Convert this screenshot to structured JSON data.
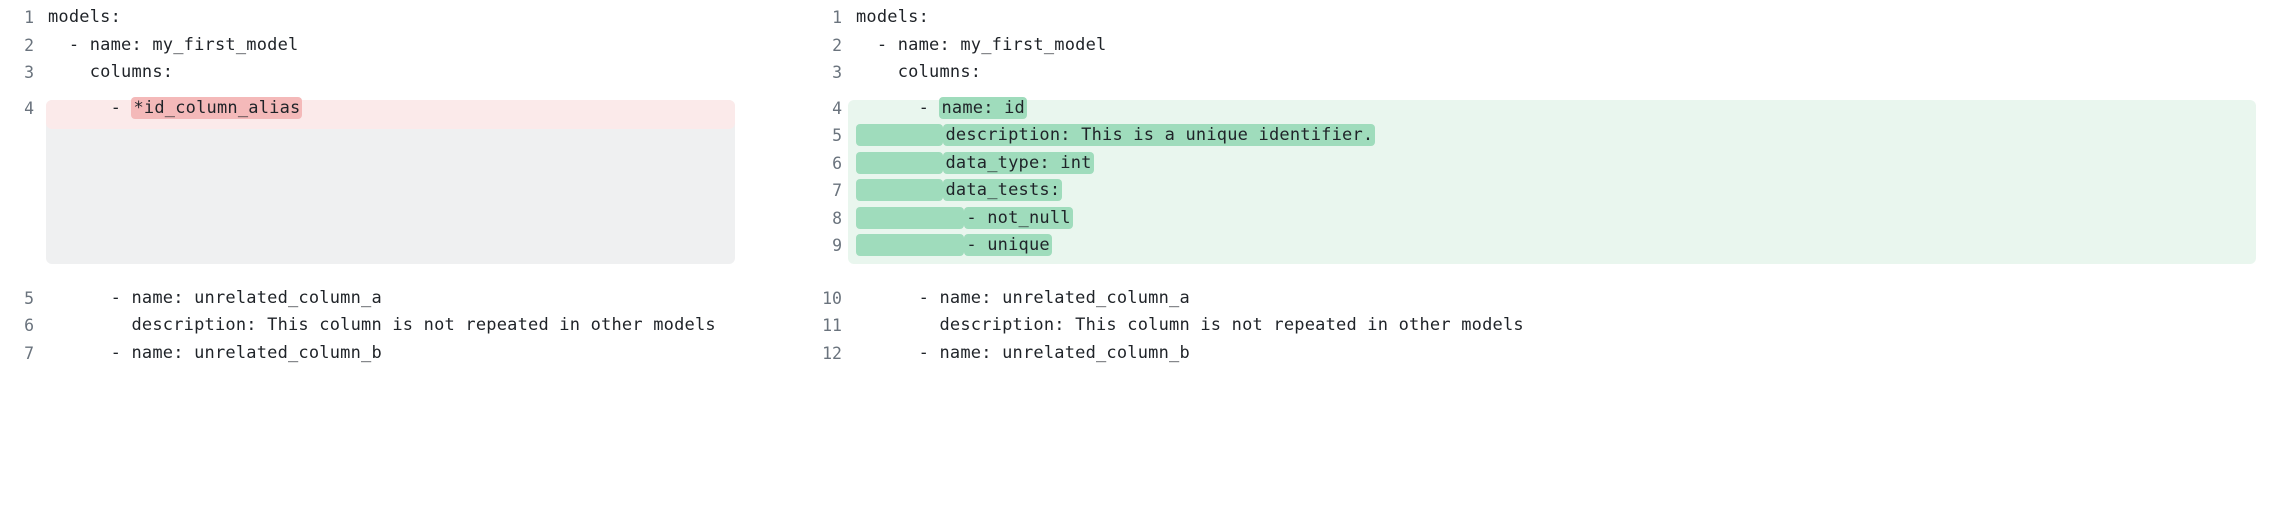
{
  "diff": {
    "type": "yaml-side-by-side-diff",
    "colors": {
      "removed_row_bg": "#fbeaea",
      "removed_token_bg": "#f4b9b9",
      "added_block_bg": "#e9f6ee",
      "added_token_bg": "#9fdcbc",
      "placeholder_bg": "#eff0f1",
      "line_number_fg": "#6a737d",
      "code_fg": "#1f2328"
    },
    "left": {
      "name": "before-pane",
      "lines": [
        {
          "n": "1",
          "segments": [
            {
              "text": "models:",
              "mark": "none"
            }
          ]
        },
        {
          "n": "2",
          "segments": [
            {
              "text": "  - name: my_first_model",
              "mark": "none"
            }
          ]
        },
        {
          "n": "3",
          "segments": [
            {
              "text": "    columns:",
              "mark": "none"
            }
          ]
        },
        {
          "n": "4",
          "segments": [
            {
              "text": "      - ",
              "mark": "none"
            },
            {
              "text": "*id_column_alias",
              "mark": "red"
            }
          ]
        },
        {
          "n": "5",
          "segments": [
            {
              "text": "      - name: unrelated_column_a",
              "mark": "none"
            }
          ]
        },
        {
          "n": "6",
          "segments": [
            {
              "text": "        description: This column is not repeated in other models",
              "mark": "none"
            }
          ]
        },
        {
          "n": "7",
          "segments": [
            {
              "text": "      - name: unrelated_column_b",
              "mark": "none"
            }
          ]
        }
      ]
    },
    "right": {
      "name": "after-pane",
      "lines": [
        {
          "n": "1",
          "segments": [
            {
              "text": "models:",
              "mark": "none"
            }
          ]
        },
        {
          "n": "2",
          "segments": [
            {
              "text": "  - name: my_first_model",
              "mark": "none"
            }
          ]
        },
        {
          "n": "3",
          "segments": [
            {
              "text": "    columns:",
              "mark": "none"
            }
          ]
        },
        {
          "n": "4",
          "segments": [
            {
              "text": "      - ",
              "mark": "none"
            },
            {
              "text": "name: id",
              "mark": "green"
            }
          ]
        },
        {
          "n": "5",
          "segments": [
            {
              "text": "        ",
              "mark": "green"
            },
            {
              "text": "description: This is a unique identifier.",
              "mark": "green"
            }
          ]
        },
        {
          "n": "6",
          "segments": [
            {
              "text": "        ",
              "mark": "green"
            },
            {
              "text": "data_type: int",
              "mark": "green"
            }
          ]
        },
        {
          "n": "7",
          "segments": [
            {
              "text": "        ",
              "mark": "green"
            },
            {
              "text": "data_tests:",
              "mark": "green"
            }
          ]
        },
        {
          "n": "8",
          "segments": [
            {
              "text": "          ",
              "mark": "green"
            },
            {
              "text": "- not_null",
              "mark": "green"
            }
          ]
        },
        {
          "n": "9",
          "segments": [
            {
              "text": "          ",
              "mark": "green"
            },
            {
              "text": "- unique",
              "mark": "green"
            }
          ]
        },
        {
          "n": "10",
          "segments": [
            {
              "text": "      - name: unrelated_column_a",
              "mark": "none"
            }
          ]
        },
        {
          "n": "11",
          "segments": [
            {
              "text": "        description: This column is not repeated in other models",
              "mark": "none"
            }
          ]
        },
        {
          "n": "12",
          "segments": [
            {
              "text": "      - name: unrelated_column_b",
              "mark": "none"
            }
          ]
        }
      ]
    }
  }
}
